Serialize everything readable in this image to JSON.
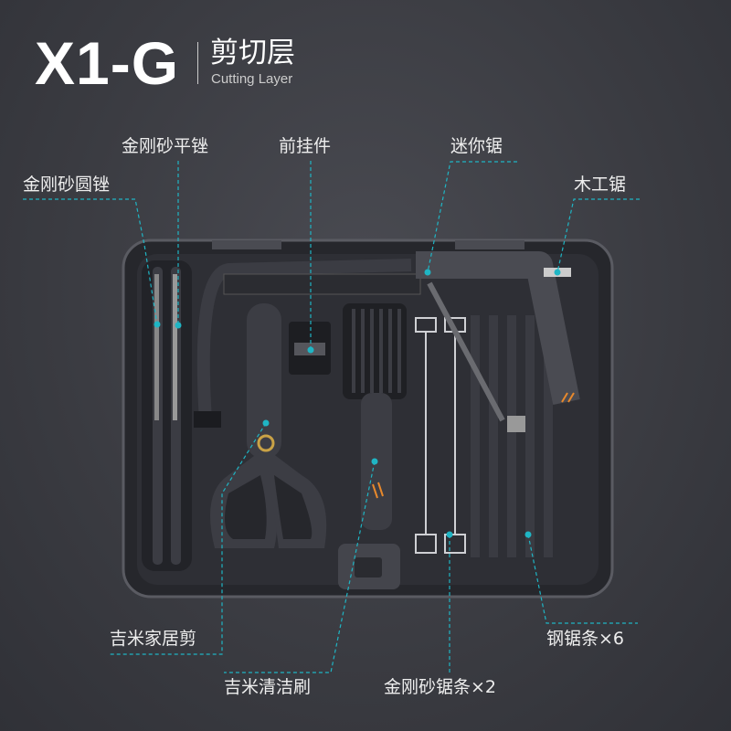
{
  "header": {
    "model": "X1-G",
    "title_zh": "剪切层",
    "title_en": "Cutting Layer"
  },
  "colors": {
    "accent": "#1fb5c4",
    "case": "#2b2c31",
    "orange": "#e8892c"
  },
  "labels": {
    "round_file": "金刚砂圆锉",
    "flat_file": "金刚砂平锉",
    "front_hanger": "前挂件",
    "mini_saw": "迷你锯",
    "wood_saw": "木工锯",
    "scissors": "吉米家居剪",
    "brush": "吉米清洁刷",
    "diamond_blades": "金刚砂锯条×2",
    "steel_blades": "钢锯条×6"
  }
}
